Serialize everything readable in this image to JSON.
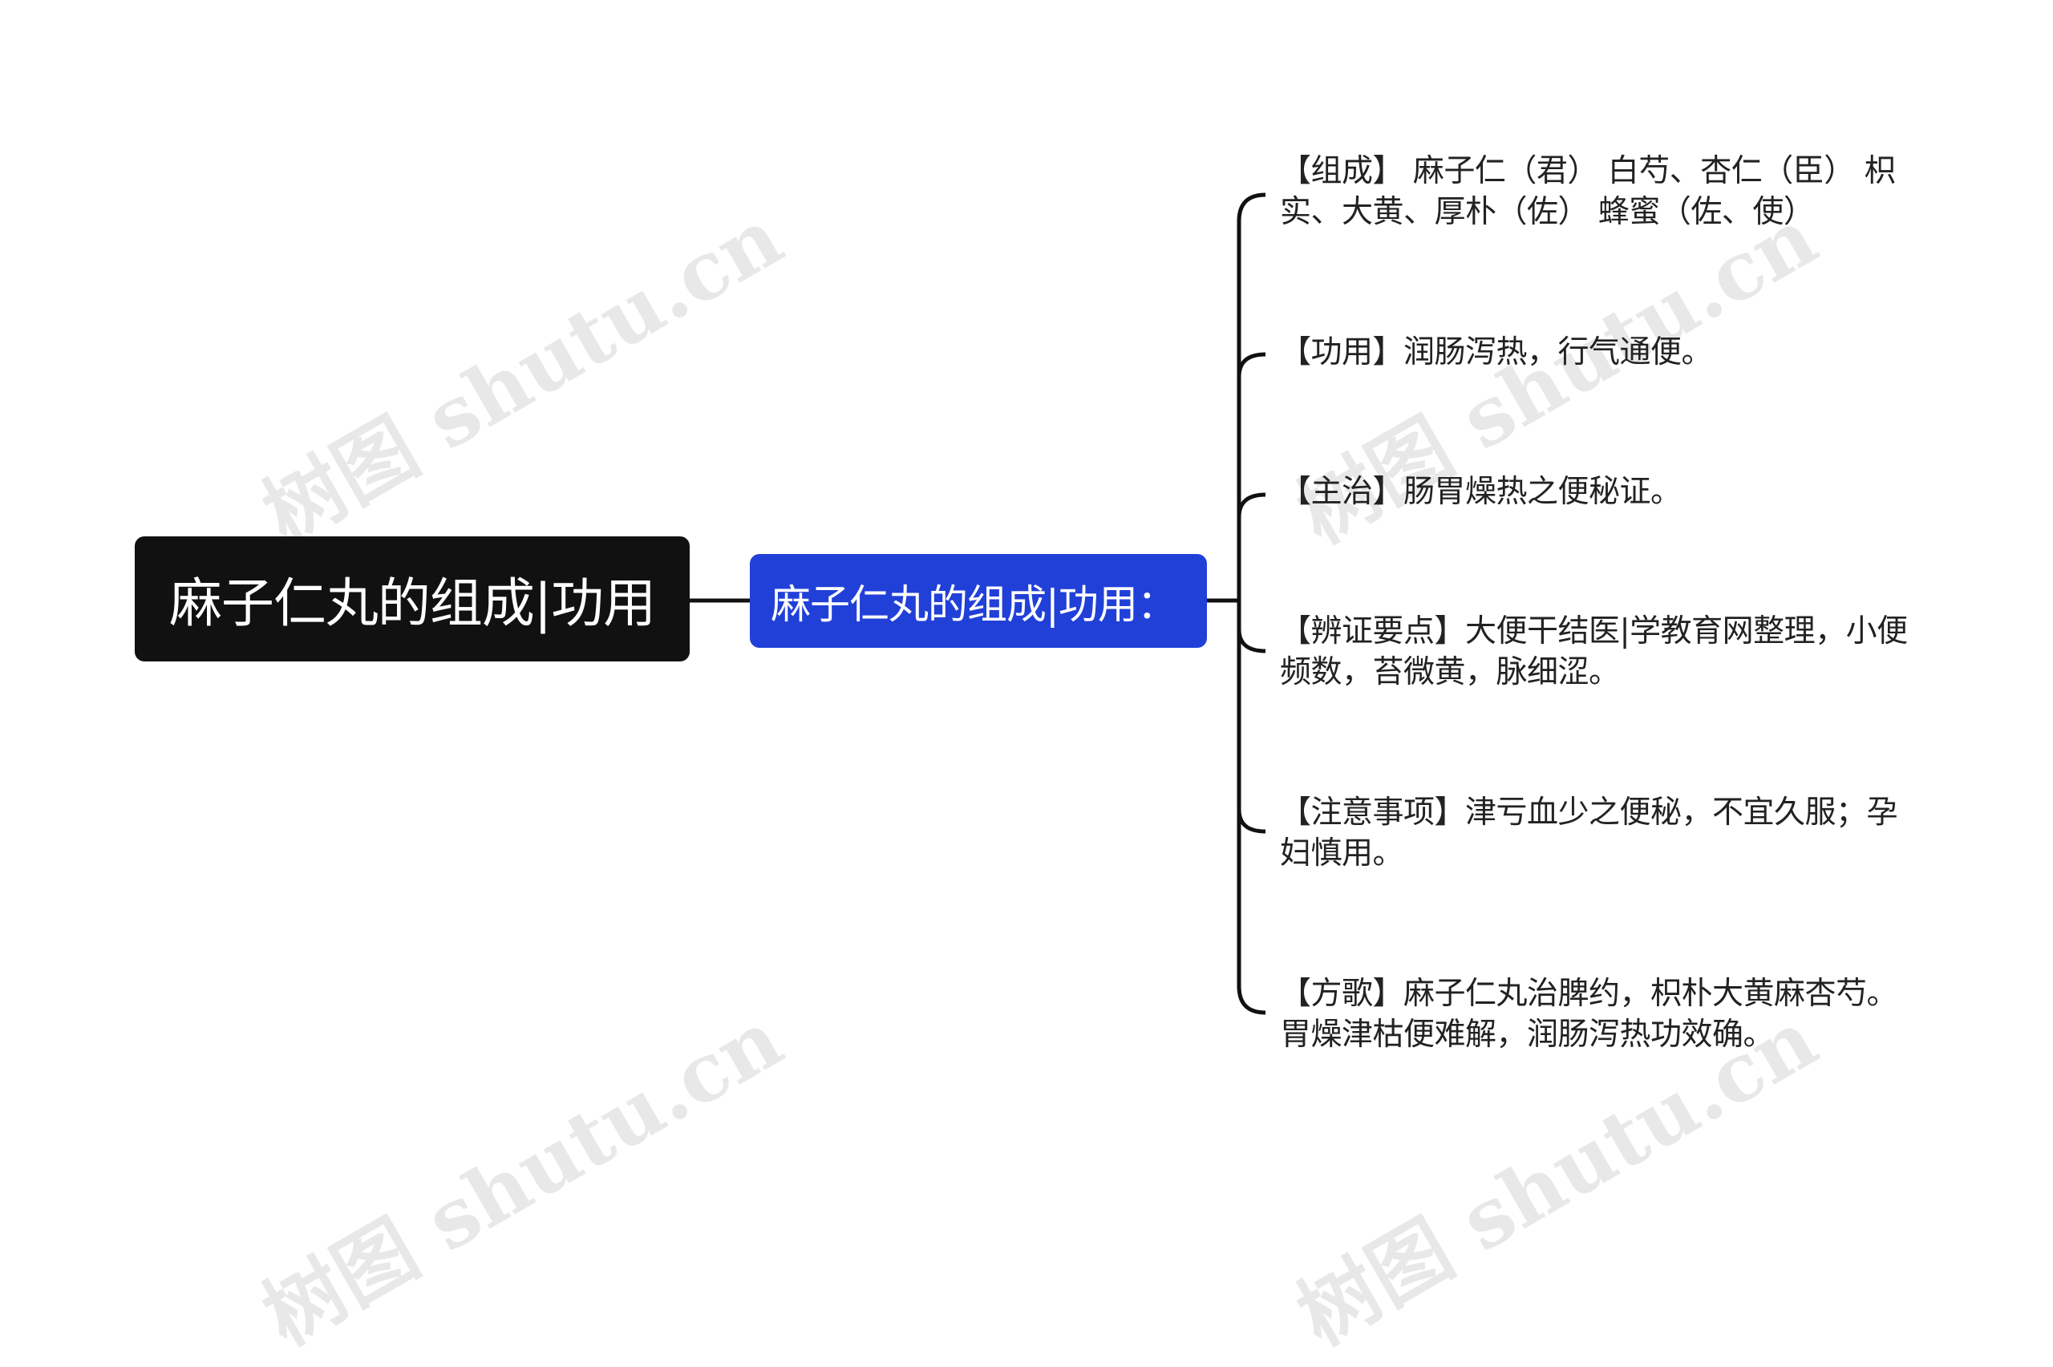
{
  "watermark": {
    "text": "树图 shutu.cn"
  },
  "root": {
    "label": "麻子仁丸的组成|功用"
  },
  "mid": {
    "label": "麻子仁丸的组成|功用："
  },
  "leaves": [
    {
      "text": "【组成】 麻子仁（君） 白芍、杏仁（臣） 枳实、大黄、厚朴（佐） 蜂蜜（佐、使）"
    },
    {
      "text": "【功用】润肠泻热，行气通便。"
    },
    {
      "text": "【主治】肠胃燥热之便秘证。"
    },
    {
      "text": "【辨证要点】大便干结医|学教育网整理，小便频数，苔微黄，脉细涩。"
    },
    {
      "text": "【注意事项】津亏血少之便秘，不宜久服；孕妇慎用。"
    },
    {
      "text": "【方歌】麻子仁丸治脾约，枳朴大黄麻杏芍。胃燥津枯便难解，润肠泻热功效确。"
    }
  ],
  "colors": {
    "root_bg": "#111111",
    "mid_bg": "#2140d8",
    "line": "#111111",
    "leaf_text": "#222222"
  }
}
